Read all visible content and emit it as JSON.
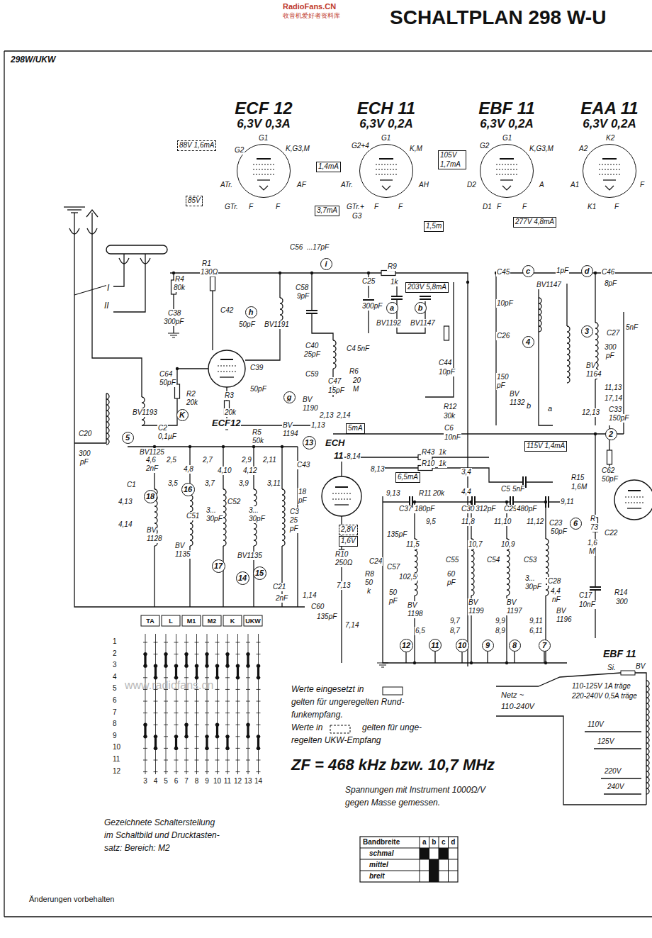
{
  "diagram": {
    "title": "SCHALTPLAN 298 W-U",
    "nodes": [
      {
        "text": [
          "ECF 12",
          "6,3V 0,3A"
        ]
      },
      {
        "text": [
          "ECH 11",
          "6,3V 0,2A"
        ]
      },
      {
        "text": [
          "EBF 11",
          "6,3V 0,2A"
        ]
      },
      {
        "text": [
          "EAA 11",
          "6,3V 0,2A"
        ]
      },
      {
        "text": [
          "88V 1,6mA"
        ]
      },
      {
        "text": [
          "85V"
        ]
      },
      {
        "text": [
          "1,4mA"
        ]
      },
      {
        "text": [
          "3,7mA"
        ]
      },
      {
        "text": [
          "105V 1,7mA"
        ]
      },
      {
        "text": [
          "1,5m"
        ]
      },
      {
        "text": [
          "277V 4,8mA"
        ]
      },
      {
        "text": [
          "203V 5,8mA"
        ]
      },
      {
        "text": [
          "5mA"
        ]
      },
      {
        "text": [
          "6,5mA"
        ]
      },
      {
        "text": [
          "115V 1,4mA"
        ]
      },
      {
        "text": [
          "2,8V"
        ]
      },
      {
        "text": [
          "1,6V"
        ]
      },
      {
        "text": [
          "i"
        ]
      },
      {
        "text": [
          "h"
        ]
      },
      {
        "text": [
          "a"
        ]
      },
      {
        "text": [
          "b"
        ]
      },
      {
        "text": [
          "c"
        ]
      },
      {
        "text": [
          "d"
        ]
      },
      {
        "text": [
          "3"
        ]
      },
      {
        "text": [
          "4"
        ]
      },
      {
        "text": [
          "g"
        ]
      },
      {
        "text": [
          "K"
        ]
      },
      {
        "text": [
          "5"
        ]
      },
      {
        "text": [
          "13"
        ]
      },
      {
        "text": [
          "18"
        ]
      },
      {
        "text": [
          "16"
        ]
      },
      {
        "text": [
          "17"
        ]
      },
      {
        "text": [
          "14"
        ]
      },
      {
        "text": [
          "15"
        ]
      },
      {
        "text": [
          "6"
        ]
      },
      {
        "text": [
          "2"
        ]
      },
      {
        "text": [
          "12"
        ]
      },
      {
        "text": [
          "11"
        ]
      },
      {
        "text": [
          "10"
        ]
      },
      {
        "text": [
          "9"
        ]
      },
      {
        "text": [
          "8"
        ]
      },
      {
        "text": [
          "7"
        ]
      }
    ],
    "labels": [
      "RadioFans.CN",
      "收音机爱好者资料库",
      "298W/UKW",
      "www.radiofans.cn",
      "G2",
      "G1",
      "K,G3,M",
      "ATr.",
      "AF",
      "GTr.",
      "F",
      "F",
      "G2+4",
      "G1",
      "K,M",
      "ATr.",
      "AH",
      "GTr.+",
      "G3",
      "F",
      "F",
      "G2",
      "G1",
      "K,G3,M",
      "D2",
      "A",
      "D1",
      "F",
      "F",
      "A2",
      "K2",
      "A1",
      "K1",
      "F",
      "F",
      "I",
      "II",
      "R4",
      "80k",
      "C38",
      "300pF",
      "R1",
      "130Ω",
      "C56",
      "...17pF",
      "C58",
      "9pF",
      "C42",
      "50pF",
      "BV1191",
      "C25",
      "300pF",
      "R9",
      "1k",
      "C64",
      "50pF",
      "R2",
      "20k",
      "BV1193",
      "C2",
      "0,1µF",
      "C39",
      "50pF",
      "R3",
      "20k",
      "C40",
      "25pF",
      "C59",
      "C4",
      "5nF",
      "C47",
      "15pF",
      "R6",
      "20",
      "M",
      "C44",
      "10pF",
      "BV",
      "1190",
      "BV1192",
      "BV1147",
      "R12",
      "30k",
      "C6",
      "10nF",
      "2,13",
      "2,14",
      "1,13",
      "ECF12",
      "R5",
      "50k",
      "BV",
      "1194",
      "C20",
      "300",
      "pF",
      "BV1125",
      "4,6",
      "2nF",
      "2,5",
      "3,5",
      "4,8",
      "2,7",
      "3,7",
      "4,10",
      "2,9",
      "4,12",
      "3,9",
      "2,11",
      "3,11",
      "C1",
      "4,13",
      "4,14",
      "BV",
      "1128",
      "BV",
      "1135",
      "BV1135",
      "C51",
      "C52",
      "3...",
      "30pF",
      "3...",
      "30pF",
      "C43",
      "18",
      "pF",
      "C3",
      "25",
      "pF",
      "C21",
      "2nF",
      "1,14",
      "C60",
      "135pF",
      "7,13",
      "7,14",
      "R8",
      "50",
      "k",
      "C24",
      "R10",
      "250Ω",
      "ECH",
      "11",
      "8,14",
      "8,13",
      "9,13",
      "R11",
      "20k",
      "3,4",
      "4,4",
      "R43",
      "1k",
      "R10",
      "1k",
      "C5",
      "5nF",
      "R15",
      "1,6M",
      "C62",
      "50pF",
      "C37",
      "180pF",
      "C30",
      "312pF",
      "C29",
      "480pF",
      "9,5",
      "11,8",
      "11,10",
      "11,12",
      "135pF",
      "11,5",
      "10,7",
      "10,9",
      "C57",
      "C55",
      "C54",
      "C53",
      "60",
      "pF",
      "102,5",
      "C23",
      "50pF",
      "R",
      "73",
      "1,6",
      "M",
      "C22",
      "C17",
      "10nF",
      "R14",
      "300",
      "C28",
      "4,4",
      "nF",
      "3...",
      "30pF",
      "50",
      "pF",
      "BV",
      "1198",
      "6,5",
      "9,7",
      "8,7",
      "BV",
      "1199",
      "9,9",
      "8,9",
      "BV",
      "1197",
      "9,11",
      "6,11",
      "BV",
      "1196",
      "9,11",
      "11,13",
      "17,14",
      "12,13",
      "C33",
      "150pF",
      "C45",
      "10pF",
      "C46",
      "8pF",
      "1pF",
      "BV1147",
      "C26",
      "150",
      "pF",
      "BV",
      "1132",
      "C27",
      "300",
      "pF",
      "BV",
      "1164",
      "5nF",
      "b",
      "a",
      "TA",
      "L",
      "M1",
      "M2",
      "K",
      "UKW",
      "1",
      "2",
      "3",
      "4",
      "5",
      "6",
      "7",
      "8",
      "9",
      "10",
      "11",
      "12",
      "3",
      "4",
      "5",
      "6",
      "7",
      "8",
      "9",
      "10",
      "11",
      "12",
      "13",
      "14",
      "Werte eingesetzt in",
      "gelten für ungeregelten Rund-",
      "funkempfang.",
      "Werte in",
      "gelten für unge-",
      "regelten UKW-Empfang",
      "ZF = 468 kHz bzw. 10,7 MHz",
      "Spannungen mit Instrument 1000Ω/V",
      "gegen Masse gemessen.",
      "Gezeichnete Schalterstellung",
      "im Schaltbild und Drucktasten-",
      "satz: Bereich: M2",
      "Bandbreite",
      "a",
      "b",
      "c",
      "d",
      "schmal",
      "mittel",
      "breit",
      "Änderungen vorbehalten",
      "Netz ~",
      "110-240V",
      "Si.",
      "110-125V 1A träge",
      "220-240V 0,5A träge",
      "110V",
      "125V",
      "220V",
      "240V",
      "EBF 11",
      "BV"
    ]
  }
}
